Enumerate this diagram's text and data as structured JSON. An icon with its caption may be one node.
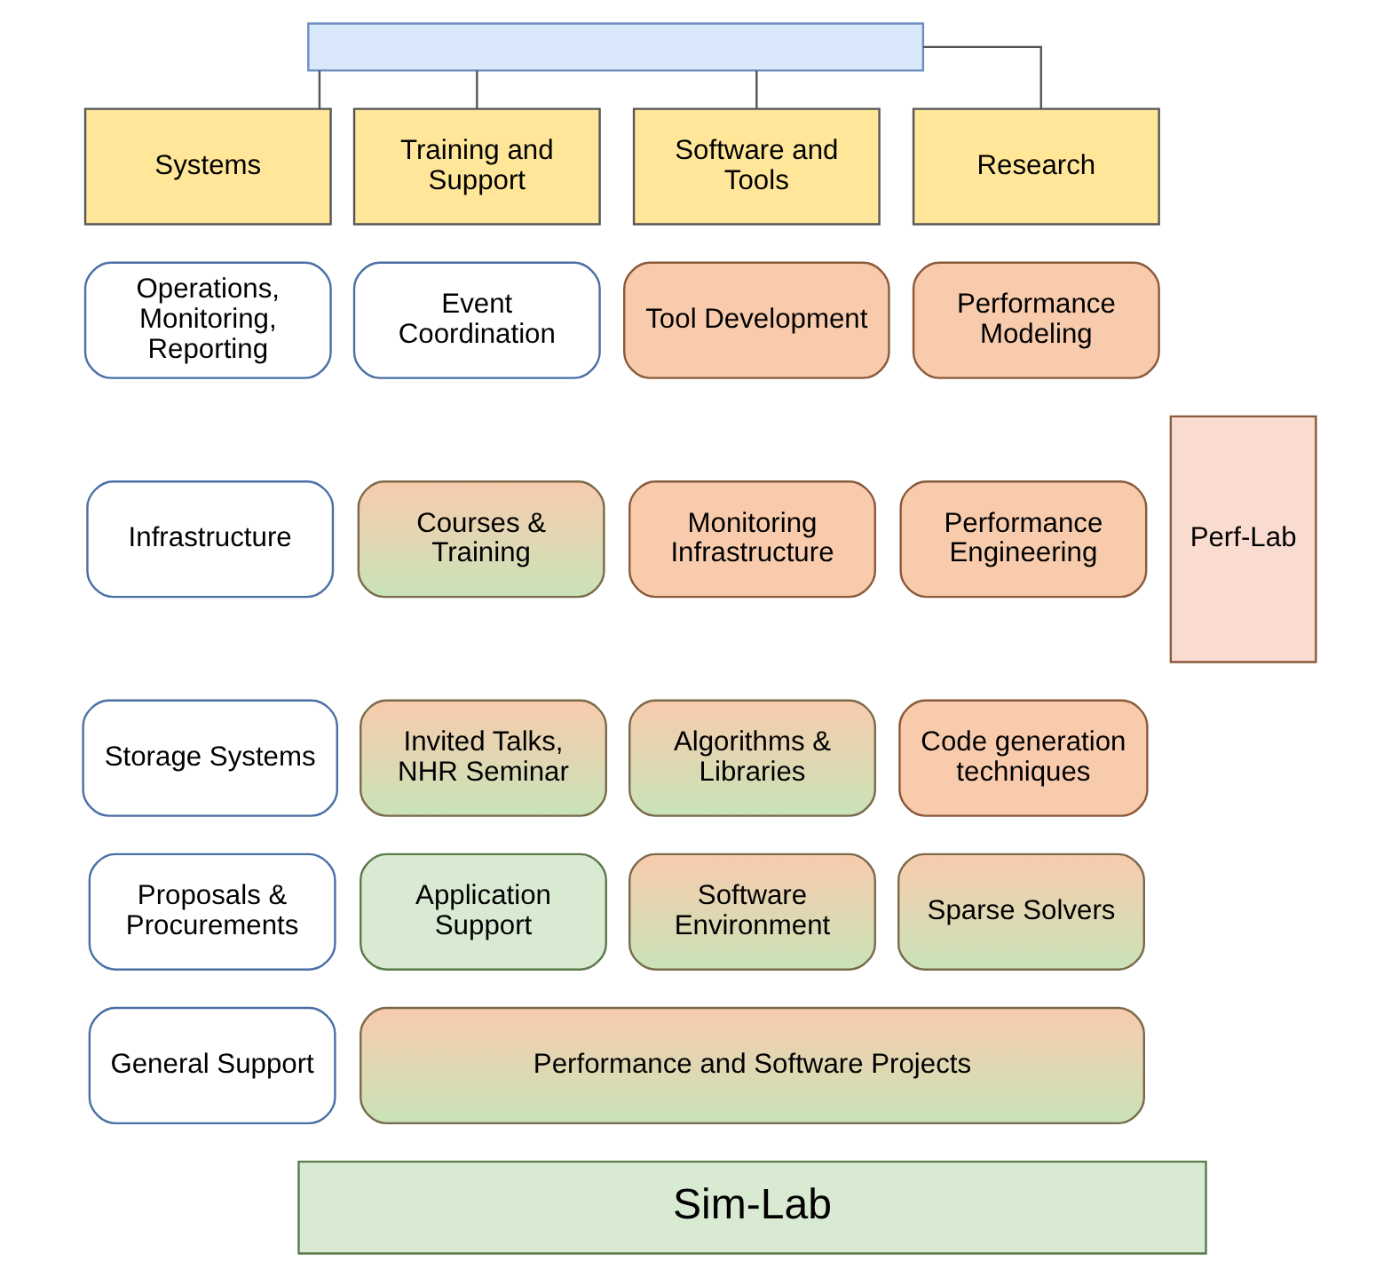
{
  "diagram": {
    "nodes": [
      {
        "text": [],
        "shape": "box"
      },
      {
        "text": [
          "Systems"
        ]
      },
      {
        "text": [
          "Training and Support"
        ]
      },
      {
        "text": [
          "Software and Tools"
        ]
      },
      {
        "text": [
          "Research"
        ]
      },
      {
        "text": [
          "Operations, Monitoring, Reporting"
        ]
      },
      {
        "text": [
          "Event Coordination"
        ]
      },
      {
        "text": [
          "Tool Development"
        ]
      },
      {
        "text": [
          "Performance Modeling"
        ]
      },
      {
        "text": [
          "Infrastructure"
        ]
      },
      {
        "text": [
          "Courses & Training"
        ]
      },
      {
        "text": [
          "Monitoring Infrastructure"
        ]
      },
      {
        "text": [
          "Performance Engineering"
        ]
      },
      {
        "text": [
          "Storage Systems"
        ]
      },
      {
        "text": [
          "Invited Talks, NHR Seminar"
        ]
      },
      {
        "text": [
          "Algorithms & Libraries"
        ]
      },
      {
        "text": [
          "Code generation techniques"
        ]
      },
      {
        "text": [
          "Proposals & Procurements"
        ]
      },
      {
        "text": [
          "Application Support"
        ]
      },
      {
        "text": [
          "Software Environment"
        ]
      },
      {
        "text": [
          "Sparse Solvers"
        ]
      },
      {
        "text": [
          "General Support"
        ]
      },
      {
        "text": [
          "Performance and Software Projects"
        ]
      },
      {
        "text": [
          "Perf-Lab"
        ]
      },
      {
        "text": [
          "Sim-Lab"
        ]
      }
    ],
    "edges": [
      {
        "from": 0,
        "to": 1,
        "arrow": "none"
      },
      {
        "from": 0,
        "to": 2,
        "arrow": "none"
      },
      {
        "from": 0,
        "to": 3,
        "arrow": "none"
      },
      {
        "from": 0,
        "to": 4,
        "arrow": "none"
      }
    ]
  }
}
